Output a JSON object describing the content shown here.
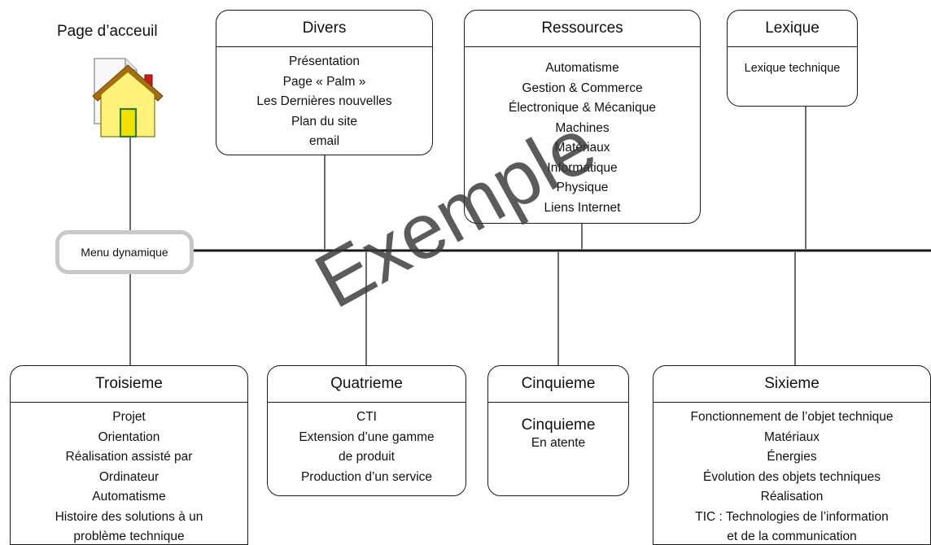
{
  "home": {
    "title": "Page d’acceuil",
    "icon": "home-page-icon"
  },
  "menu": {
    "label": "Menu dynamique"
  },
  "watermark": "Exemple",
  "boxes": {
    "divers": {
      "title": "Divers",
      "items": [
        "Présentation",
        "Page « Palm »",
        "Les Dernières nouvelles",
        "Plan du site",
        "email"
      ]
    },
    "ressources": {
      "title": "Ressources",
      "items": [
        "Automatisme",
        "Gestion & Commerce",
        "Électronique & Mécanique",
        "Machines",
        "Matériaux",
        "Informatique",
        "Physique",
        "Liens Internet"
      ]
    },
    "lexique": {
      "title": "Lexique",
      "items": [
        "Lexique technique"
      ]
    },
    "troisieme": {
      "title": "Troisieme",
      "items": [
        "Projet",
        "Orientation",
        "Réalisation assisté par",
        "Ordinateur",
        "Automatisme",
        "Histoire des solutions à un",
        "problème technique"
      ]
    },
    "quatrieme": {
      "title": "Quatrieme",
      "items": [
        "CTI",
        "Extension d’une gamme",
        "de produit",
        "Production d’un service"
      ]
    },
    "cinquieme": {
      "title": "Cinquieme",
      "subtitle": "Cinquieme",
      "items": [
        "En atente"
      ]
    },
    "sixieme": {
      "title": "Sixieme",
      "items": [
        "Fonctionnement de l’objet technique",
        "Matériaux",
        "Énergies",
        "Évolution des objets techniques",
        "Réalisation",
        "TIC : Technologies de l’information",
        "et de la communication"
      ]
    }
  }
}
